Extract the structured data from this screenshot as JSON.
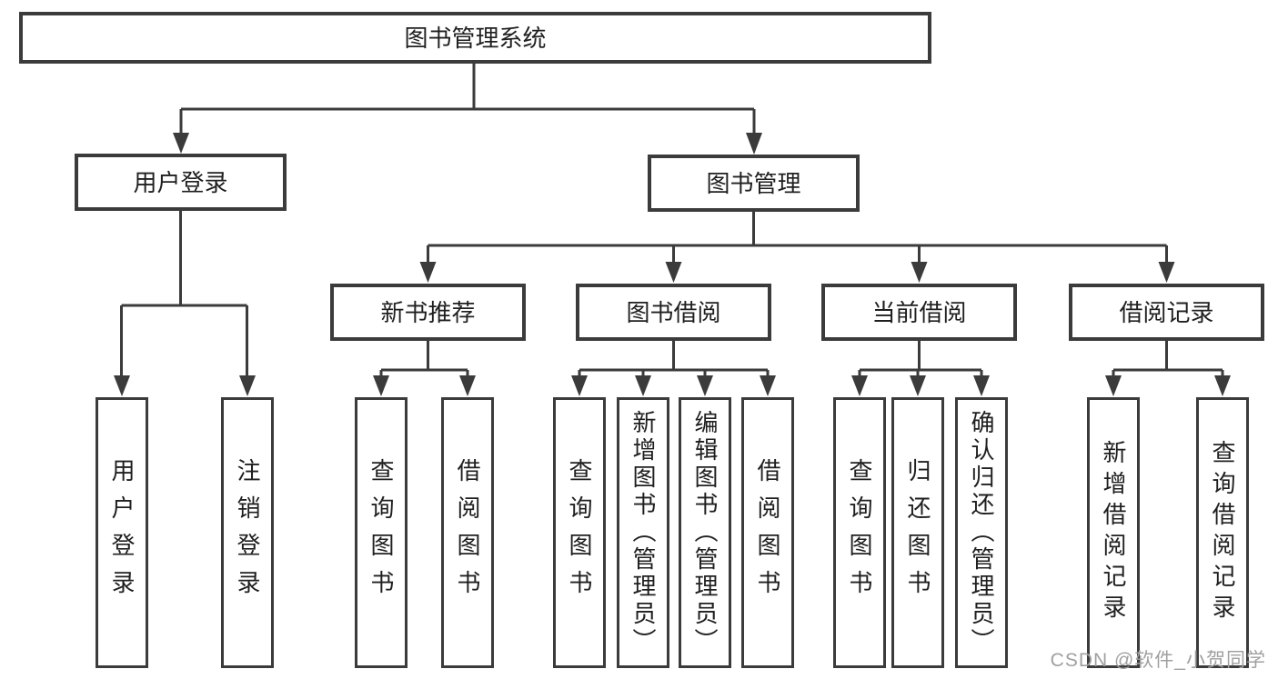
{
  "diagram": {
    "root": {
      "label": "图书管理系统"
    },
    "branches": [
      {
        "label": "用户登录",
        "children": [
          {
            "label": "用户登录"
          },
          {
            "label": "注销登录"
          }
        ]
      },
      {
        "label": "图书管理",
        "children": [
          {
            "label": "新书推荐",
            "children": [
              {
                "label": "查询图书"
              },
              {
                "label": "借阅图书"
              }
            ]
          },
          {
            "label": "图书借阅",
            "children": [
              {
                "label": "查询图书"
              },
              {
                "label": "新增图书（管理员）"
              },
              {
                "label": "编辑图书（管理员）"
              },
              {
                "label": "借阅图书"
              }
            ]
          },
          {
            "label": "当前借阅",
            "children": [
              {
                "label": "查询图书"
              },
              {
                "label": "归还图书"
              },
              {
                "label": "确认归还（管理员）"
              }
            ]
          },
          {
            "label": "借阅记录",
            "children": [
              {
                "label": "新增借阅记录"
              },
              {
                "label": "查询借阅记录"
              }
            ]
          }
        ]
      }
    ]
  },
  "watermark": {
    "text": "CSDN @软件_小贺同学"
  },
  "colors": {
    "line": "#3b3b3b",
    "text": "#1f1f1f",
    "box_fill": "#ffffff",
    "watermark": "#a0a0a0",
    "background": "#ffffff"
  }
}
